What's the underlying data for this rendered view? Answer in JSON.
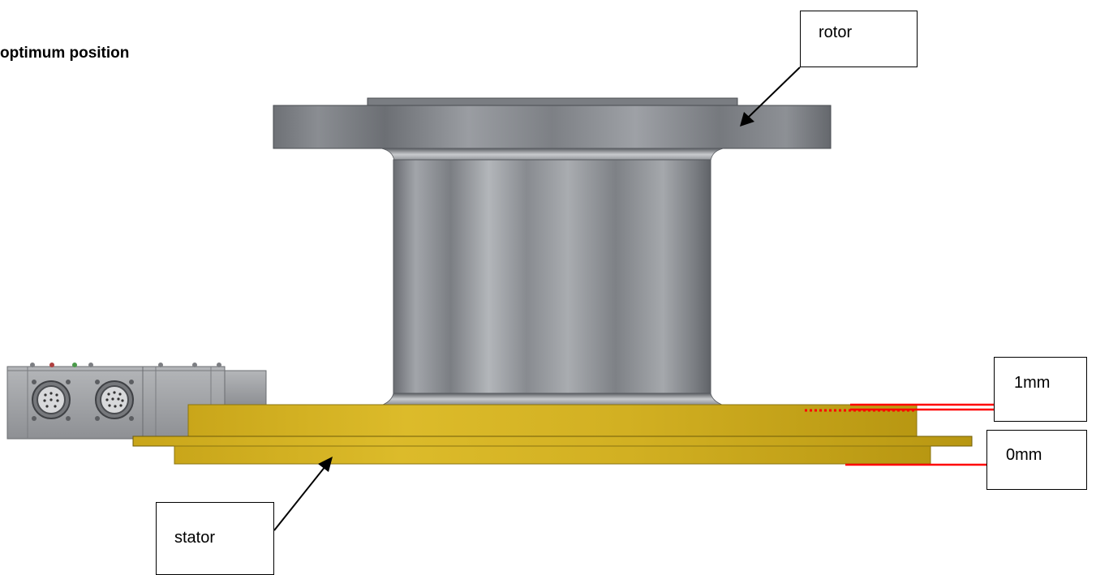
{
  "title": "optimum position",
  "labels": {
    "rotor": "rotor",
    "stator": "stator",
    "gap_1mm": "1mm",
    "gap_0mm": "0mm"
  },
  "colors": {
    "rotor_gray": "#8a8d92",
    "stator_gold": "#d4b21e",
    "stator_edge": "#8a7410",
    "marker_red": "#ff0000",
    "connector_gray": "#9a9ca0"
  }
}
